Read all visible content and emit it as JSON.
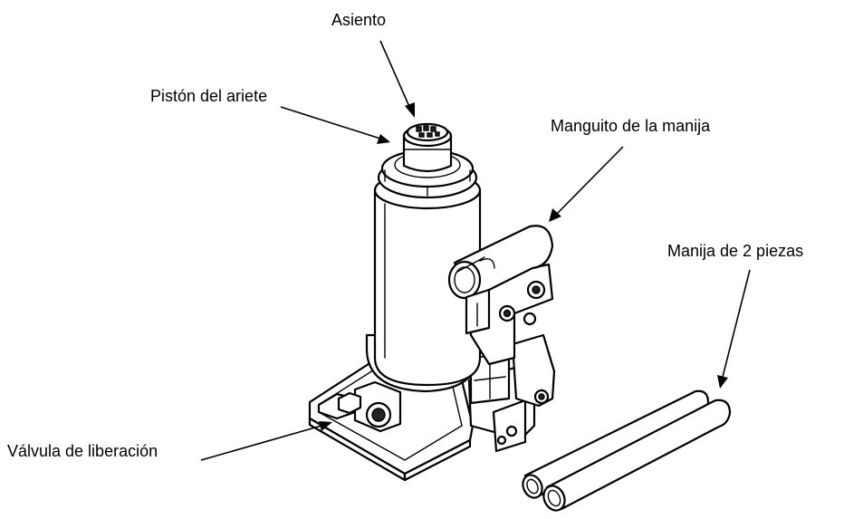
{
  "labels": {
    "seat": "Asiento",
    "ram_piston": "Pistón del ariete",
    "handle_sleeve": "Manguito de la manija",
    "two_piece_handle": "Manija de 2 piezas",
    "release_valve": "Válvula de liberación"
  },
  "colors": {
    "line": "#000000",
    "background": "#ffffff",
    "dark_fill": "#222222"
  }
}
